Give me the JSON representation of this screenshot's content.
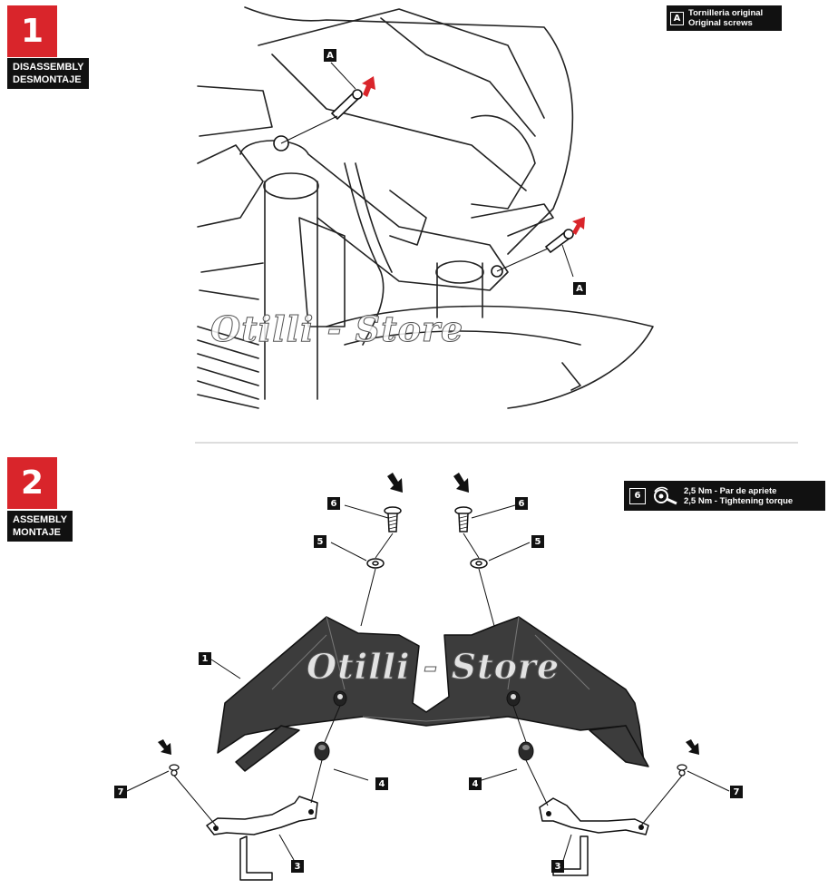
{
  "step1": {
    "number": "1",
    "label_line1": "DISASSEMBLY",
    "label_line2": "DESMONTAJE"
  },
  "step2": {
    "number": "2",
    "label_line1": "ASSEMBLY",
    "label_line2": "MONTAJE"
  },
  "legend_screws": {
    "key": "A",
    "line1": "Tornilleria original",
    "line2": "Original screws"
  },
  "legend_torque": {
    "key": "6",
    "line1": "2,5 Nm - Par de apriete",
    "line2": "2,5 Nm - Tightening torque"
  },
  "callouts": {
    "a": "A",
    "c1": "1",
    "c3": "3",
    "c4": "4",
    "c5": "5",
    "c6": "6",
    "c7": "7"
  },
  "watermark": "Otilli - Store",
  "colors": {
    "accent_red": "#d9252b",
    "label_black": "#111111",
    "part_dark": "#3c3c3c"
  }
}
